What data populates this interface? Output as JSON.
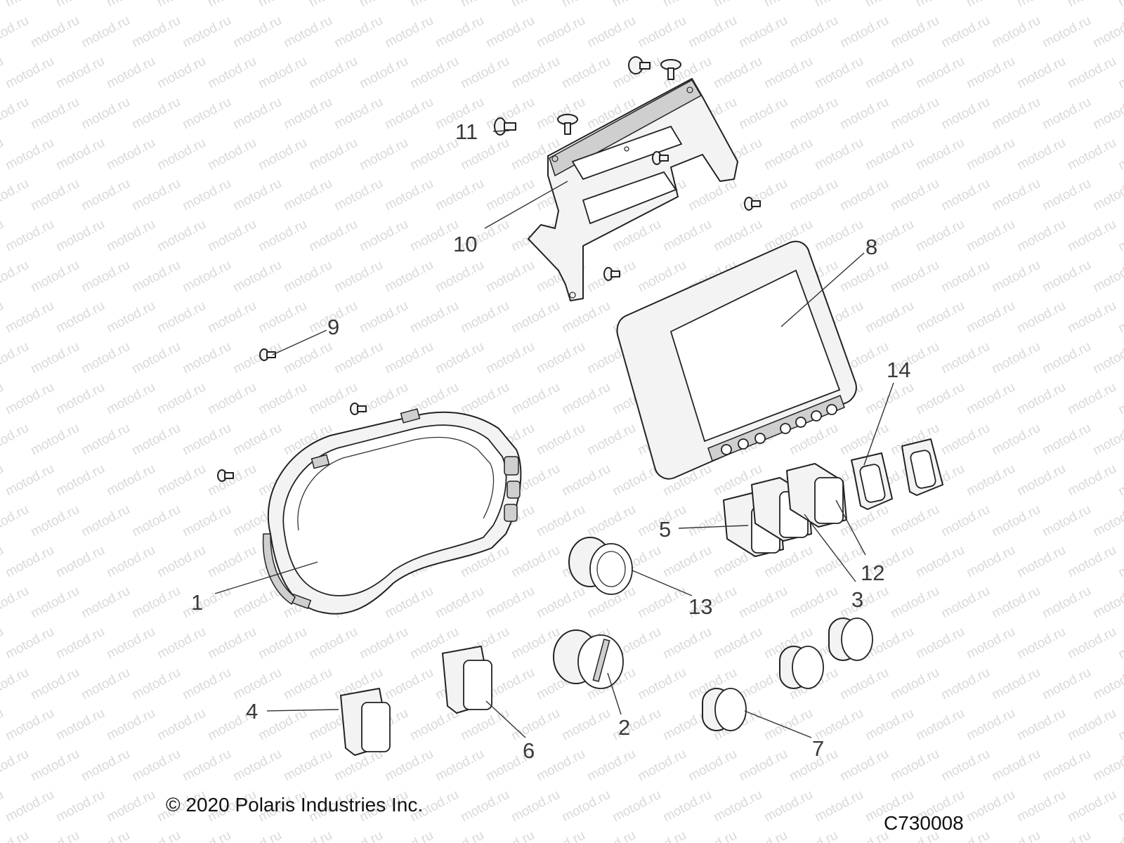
{
  "watermark": "motod.ru",
  "diagram": {
    "callouts": [
      {
        "id": "1",
        "label": "1"
      },
      {
        "id": "2",
        "label": "2"
      },
      {
        "id": "3",
        "label": "3"
      },
      {
        "id": "4",
        "label": "4"
      },
      {
        "id": "5",
        "label": "5"
      },
      {
        "id": "6",
        "label": "6"
      },
      {
        "id": "7",
        "label": "7"
      },
      {
        "id": "8",
        "label": "8"
      },
      {
        "id": "9",
        "label": "9"
      },
      {
        "id": "10",
        "label": "10"
      },
      {
        "id": "11",
        "label": "11"
      },
      {
        "id": "12",
        "label": "12"
      },
      {
        "id": "13",
        "label": "13"
      },
      {
        "id": "14",
        "label": "14"
      }
    ]
  },
  "footer": {
    "copyright": "© 2020 Polaris Industries Inc.",
    "drawing_code": "C730008"
  },
  "colors": {
    "line": "#222222",
    "callout_text": "#3a3a3a",
    "watermark": "#d9d9d9"
  }
}
